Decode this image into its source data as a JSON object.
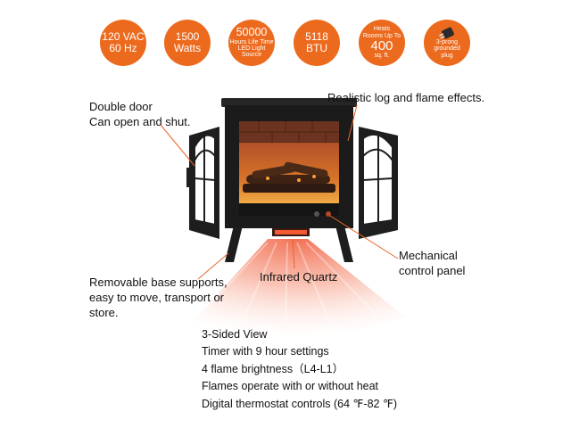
{
  "badges": [
    {
      "lines": [
        "120 VAC",
        "60 Hz"
      ]
    },
    {
      "lines": [
        "1500",
        "Watts"
      ]
    },
    {
      "lines": [
        "50000",
        "Hours Life Time",
        "LED Light",
        "Source"
      ]
    },
    {
      "lines": [
        "5118",
        "BTU"
      ]
    },
    {
      "lines": [
        "Heats",
        "Rooms Up To",
        "400",
        "sq. ft."
      ]
    },
    {
      "lines": [
        "3-prong",
        "grounded",
        "plug"
      ],
      "icon": "plug-icon"
    }
  ],
  "callouts": {
    "double_door": [
      "Double door",
      "Can open and shut."
    ],
    "flame_effects": "Realistic log and flame effects.",
    "control_panel": [
      "Mechanical",
      "control panel"
    ],
    "infrared": "Infrared Quartz",
    "base": [
      "Removable base supports,",
      "easy to move, transport or",
      "store."
    ]
  },
  "features": [
    "3-Sided View",
    "Timer with 9 hour settings",
    "4 flame brightness（L4-L1）",
    "Flames operate with or without heat",
    "Digital thermostat controls (64 ℉-82 ℉)"
  ],
  "colors": {
    "accent": "#ec6a1d",
    "stove": "#1d1d1d",
    "brick": "#a8532c",
    "heat": "#f07a5a"
  }
}
